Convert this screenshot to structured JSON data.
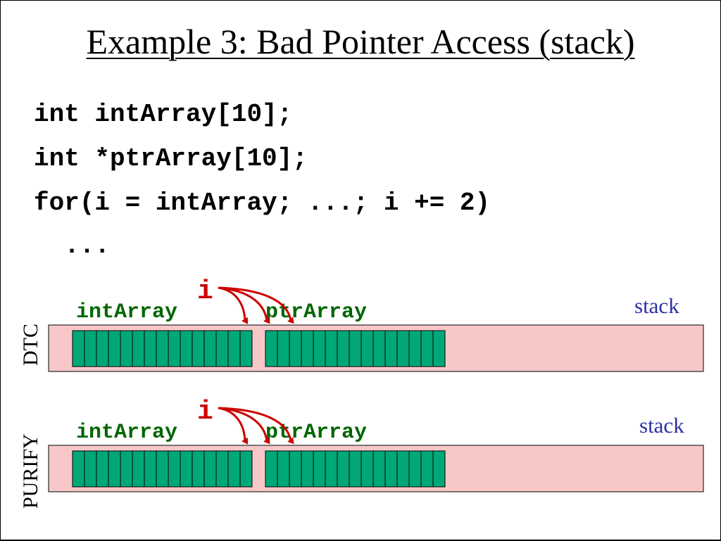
{
  "slide": {
    "title": "Example 3: Bad Pointer Access (stack)",
    "code_lines": [
      "int intArray[10];",
      "int *ptrArray[10];",
      "for(i = intArray; ...; i += 2)",
      "  ..."
    ]
  },
  "panels": [
    {
      "side_label": "DTC",
      "pointer_label": "i",
      "array_left_label": "intArray",
      "array_right_label": "ptrArray",
      "region_label": "stack"
    },
    {
      "side_label": "PURIFY",
      "pointer_label": "i",
      "array_left_label": "intArray",
      "array_right_label": "ptrArray",
      "region_label": "stack"
    }
  ],
  "colors": {
    "stack_fill": "#f8c8c8",
    "cell_fill": "#00a878",
    "arrow": "#cc0000",
    "label_green": "#006600",
    "stack_text": "#2e2ea8"
  }
}
